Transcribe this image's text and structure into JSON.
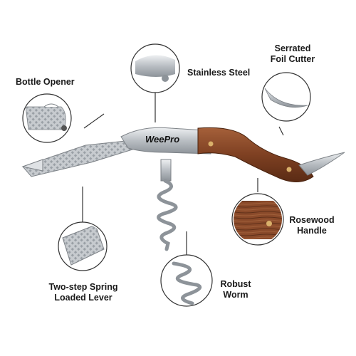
{
  "brand": {
    "name": "WeePro"
  },
  "labels": {
    "stainless_steel": "Stainless Steel",
    "serrated_foil_cutter_1": "Serrated",
    "serrated_foil_cutter_2": "Foil Cutter",
    "bottle_opener": "Bottle Opener",
    "rosewood_handle_1": "Rosewood",
    "rosewood_handle_2": "Handle",
    "two_step_lever_1": "Two-step Spring",
    "two_step_lever_2": "Loaded Lever",
    "robust_worm_1": "Robust",
    "robust_worm_2": "Worm"
  },
  "colors": {
    "steel": "#c8ccd0",
    "steel_dark": "#7d8287",
    "rosewood": "#8a4a2a",
    "rosewood_dark": "#5e2f18",
    "leader_line": "#333333"
  },
  "icons": [
    "corkscrew-product",
    "circle-callout-detail"
  ]
}
